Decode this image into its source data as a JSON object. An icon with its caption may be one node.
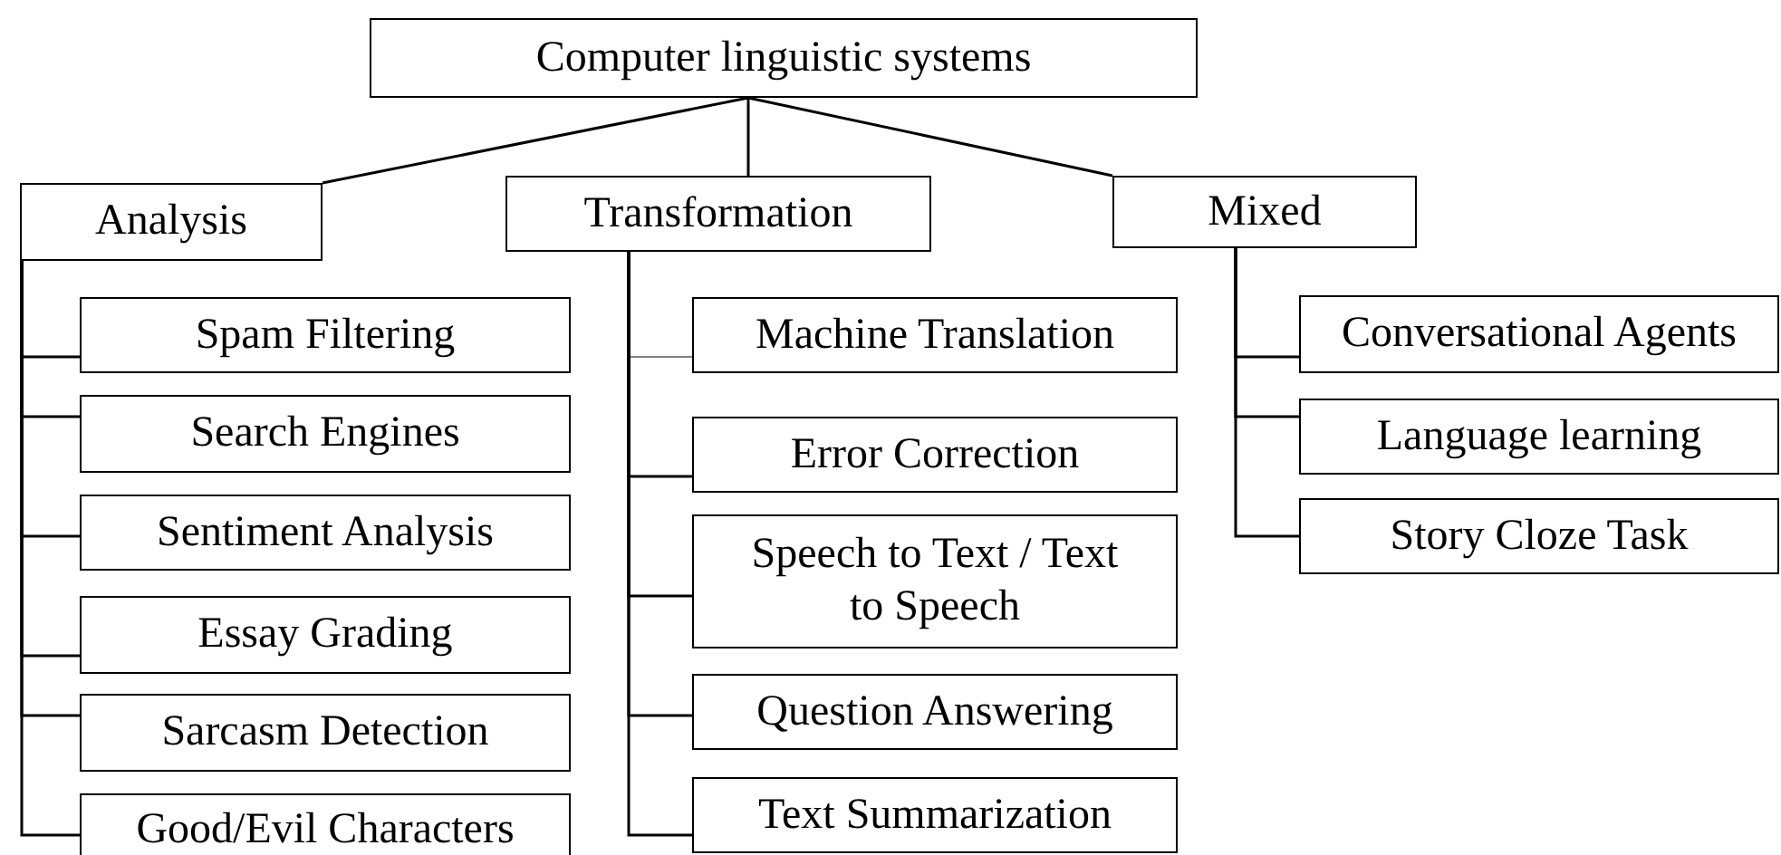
{
  "diagram": {
    "nodes": [
      {
        "text": [
          "Computer linguistic systems"
        ]
      },
      {
        "text": [
          "Analysis"
        ]
      },
      {
        "text": [
          "Transformation"
        ]
      },
      {
        "text": [
          "Mixed"
        ]
      },
      {
        "text": [
          "Spam Filtering"
        ]
      },
      {
        "text": [
          "Search Engines"
        ]
      },
      {
        "text": [
          "Sentiment Analysis"
        ]
      },
      {
        "text": [
          "Essay Grading"
        ]
      },
      {
        "text": [
          "Sarcasm Detection"
        ]
      },
      {
        "text": [
          "Good/Evil Characters"
        ]
      },
      {
        "text": [
          "Machine Translation"
        ]
      },
      {
        "text": [
          "Error Correction"
        ]
      },
      {
        "text": [
          "Speech to Text / Text to Speech"
        ]
      },
      {
        "text": [
          "Question Answering"
        ]
      },
      {
        "text": [
          "Text Summarization"
        ]
      },
      {
        "text": [
          "Conversational Agents"
        ]
      },
      {
        "text": [
          "Language learning"
        ]
      },
      {
        "text": [
          "Story Cloze Task"
        ]
      }
    ],
    "edges": [
      {
        "from": 0,
        "to": 1,
        "arrow": "none"
      },
      {
        "from": 0,
        "to": 2,
        "arrow": "none"
      },
      {
        "from": 0,
        "to": 3,
        "arrow": "none"
      },
      {
        "from": 1,
        "to": 4,
        "arrow": "none"
      },
      {
        "from": 1,
        "to": 5,
        "arrow": "none"
      },
      {
        "from": 1,
        "to": 6,
        "arrow": "none"
      },
      {
        "from": 1,
        "to": 7,
        "arrow": "none"
      },
      {
        "from": 1,
        "to": 8,
        "arrow": "none"
      },
      {
        "from": 1,
        "to": 9,
        "arrow": "none"
      },
      {
        "from": 2,
        "to": 10,
        "arrow": "none",
        "color": "#808080"
      },
      {
        "from": 2,
        "to": 11,
        "arrow": "none"
      },
      {
        "from": 2,
        "to": 12,
        "arrow": "none"
      },
      {
        "from": 2,
        "to": 13,
        "arrow": "none"
      },
      {
        "from": 2,
        "to": 14,
        "arrow": "none"
      },
      {
        "from": 3,
        "to": 15,
        "arrow": "none"
      },
      {
        "from": 3,
        "to": 16,
        "arrow": "none"
      },
      {
        "from": 3,
        "to": 17,
        "arrow": "none"
      }
    ]
  }
}
